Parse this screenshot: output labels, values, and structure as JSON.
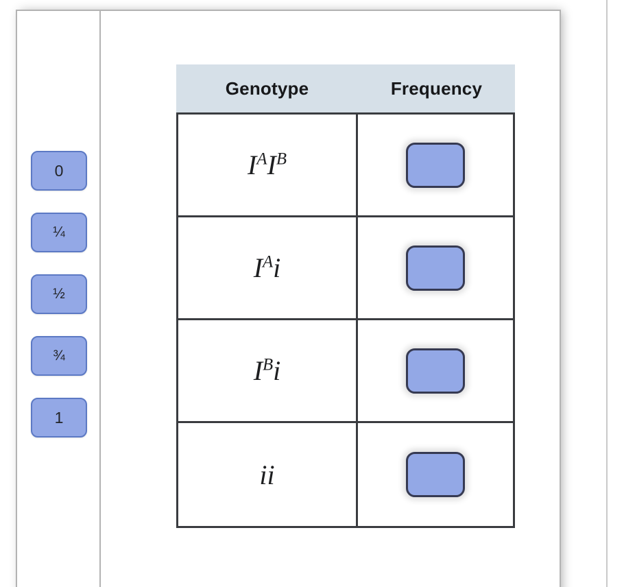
{
  "exercise": {
    "type": "drag-and-drop-table",
    "title": ""
  },
  "tray": {
    "name": "answer-bank",
    "tiles": [
      {
        "label": "0",
        "value": "0",
        "kind": "integer"
      },
      {
        "label": "¼",
        "value": "1/4",
        "kind": "fraction"
      },
      {
        "label": "½",
        "value": "1/2",
        "kind": "fraction"
      },
      {
        "label": "¾",
        "value": "3/4",
        "kind": "fraction"
      },
      {
        "label": "1",
        "value": "1",
        "kind": "integer"
      }
    ]
  },
  "table": {
    "columns": [
      {
        "key": "genotype",
        "label": "Genotype"
      },
      {
        "key": "frequency",
        "label": "Frequency"
      }
    ],
    "rows": [
      {
        "genotype_base1": "I",
        "genotype_sup1": "A",
        "genotype_base2": "I",
        "genotype_sup2": "B",
        "genotype_plain": "IAIB",
        "frequency_value": "",
        "frequency_state": "empty"
      },
      {
        "genotype_base1": "I",
        "genotype_sup1": "A",
        "genotype_base2": "i",
        "genotype_sup2": "",
        "genotype_plain": "IAi",
        "frequency_value": "",
        "frequency_state": "empty"
      },
      {
        "genotype_base1": "I",
        "genotype_sup1": "B",
        "genotype_base2": "i",
        "genotype_sup2": "",
        "genotype_plain": "IBi",
        "frequency_value": "",
        "frequency_state": "empty"
      },
      {
        "genotype_base1": "i",
        "genotype_sup1": "",
        "genotype_base2": "i",
        "genotype_sup2": "",
        "genotype_plain": "ii",
        "frequency_value": "",
        "frequency_state": "empty"
      }
    ]
  },
  "colors": {
    "tile_fill": "#93a8e6",
    "tile_border": "#5c79c4",
    "dropzone_fill": "#93a8e6",
    "dropzone_border": "#363a52",
    "header_bg": "#d6e0e8",
    "table_border": "#3a3c40",
    "frame_border": "#b3b3b3",
    "page_bg": "#ffffff",
    "text": "#1d1e20"
  }
}
